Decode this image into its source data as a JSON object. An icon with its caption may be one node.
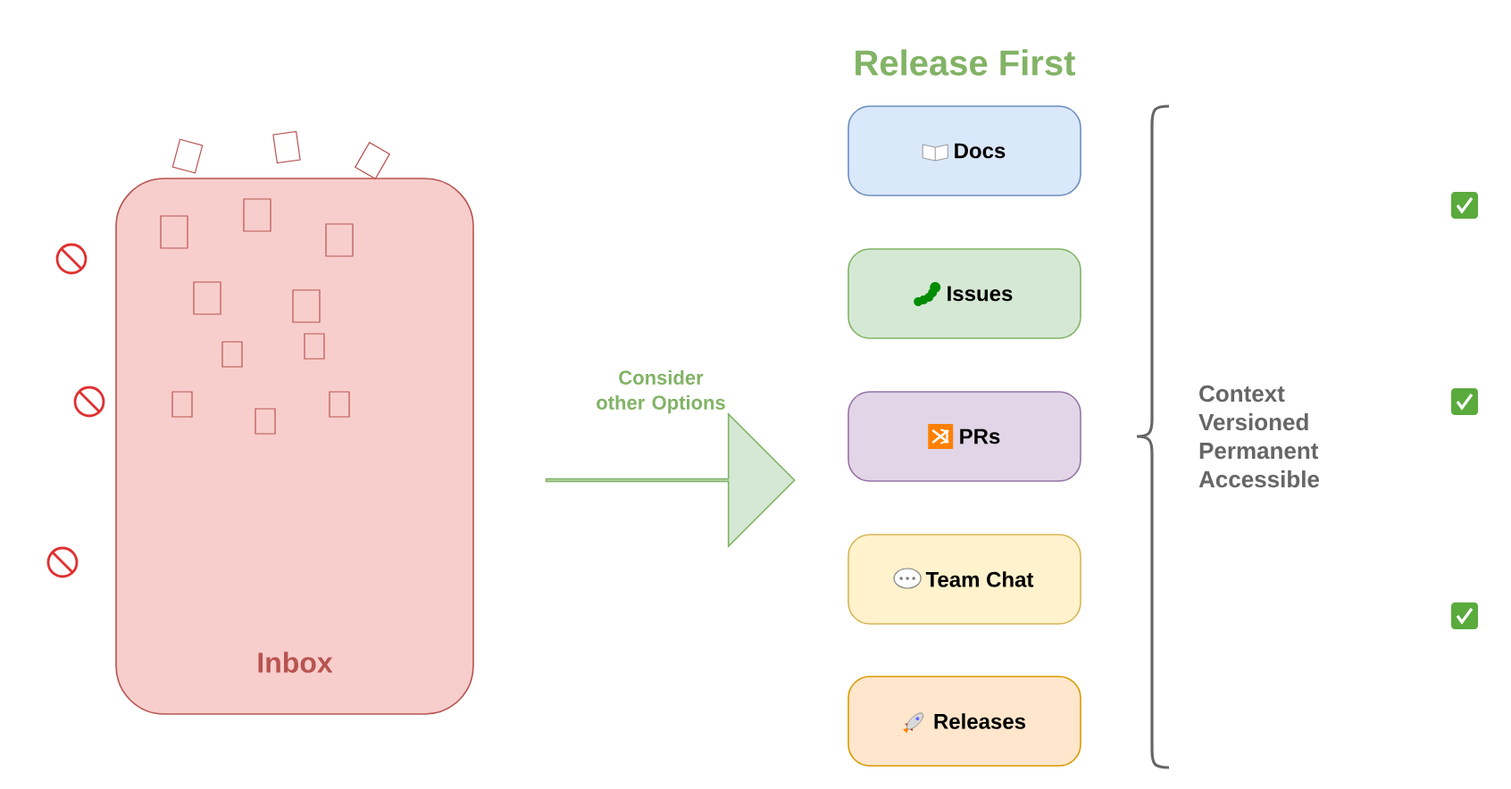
{
  "diagram": {
    "title": "Release First",
    "nodes": [
      {
        "text": [
          "Inbox"
        ]
      },
      {
        "text": [],
        "shape": "arrow",
        "beside": [
          "Consider other Options"
        ]
      },
      {
        "text": [
          "Docs"
        ]
      },
      {
        "text": [
          "Issues"
        ]
      },
      {
        "text": [
          "PRs"
        ]
      },
      {
        "text": [
          "Team Chat"
        ]
      },
      {
        "text": [
          "Releases"
        ]
      }
    ],
    "labels": [
      "Context Versioned Permanent Accessible"
    ]
  }
}
